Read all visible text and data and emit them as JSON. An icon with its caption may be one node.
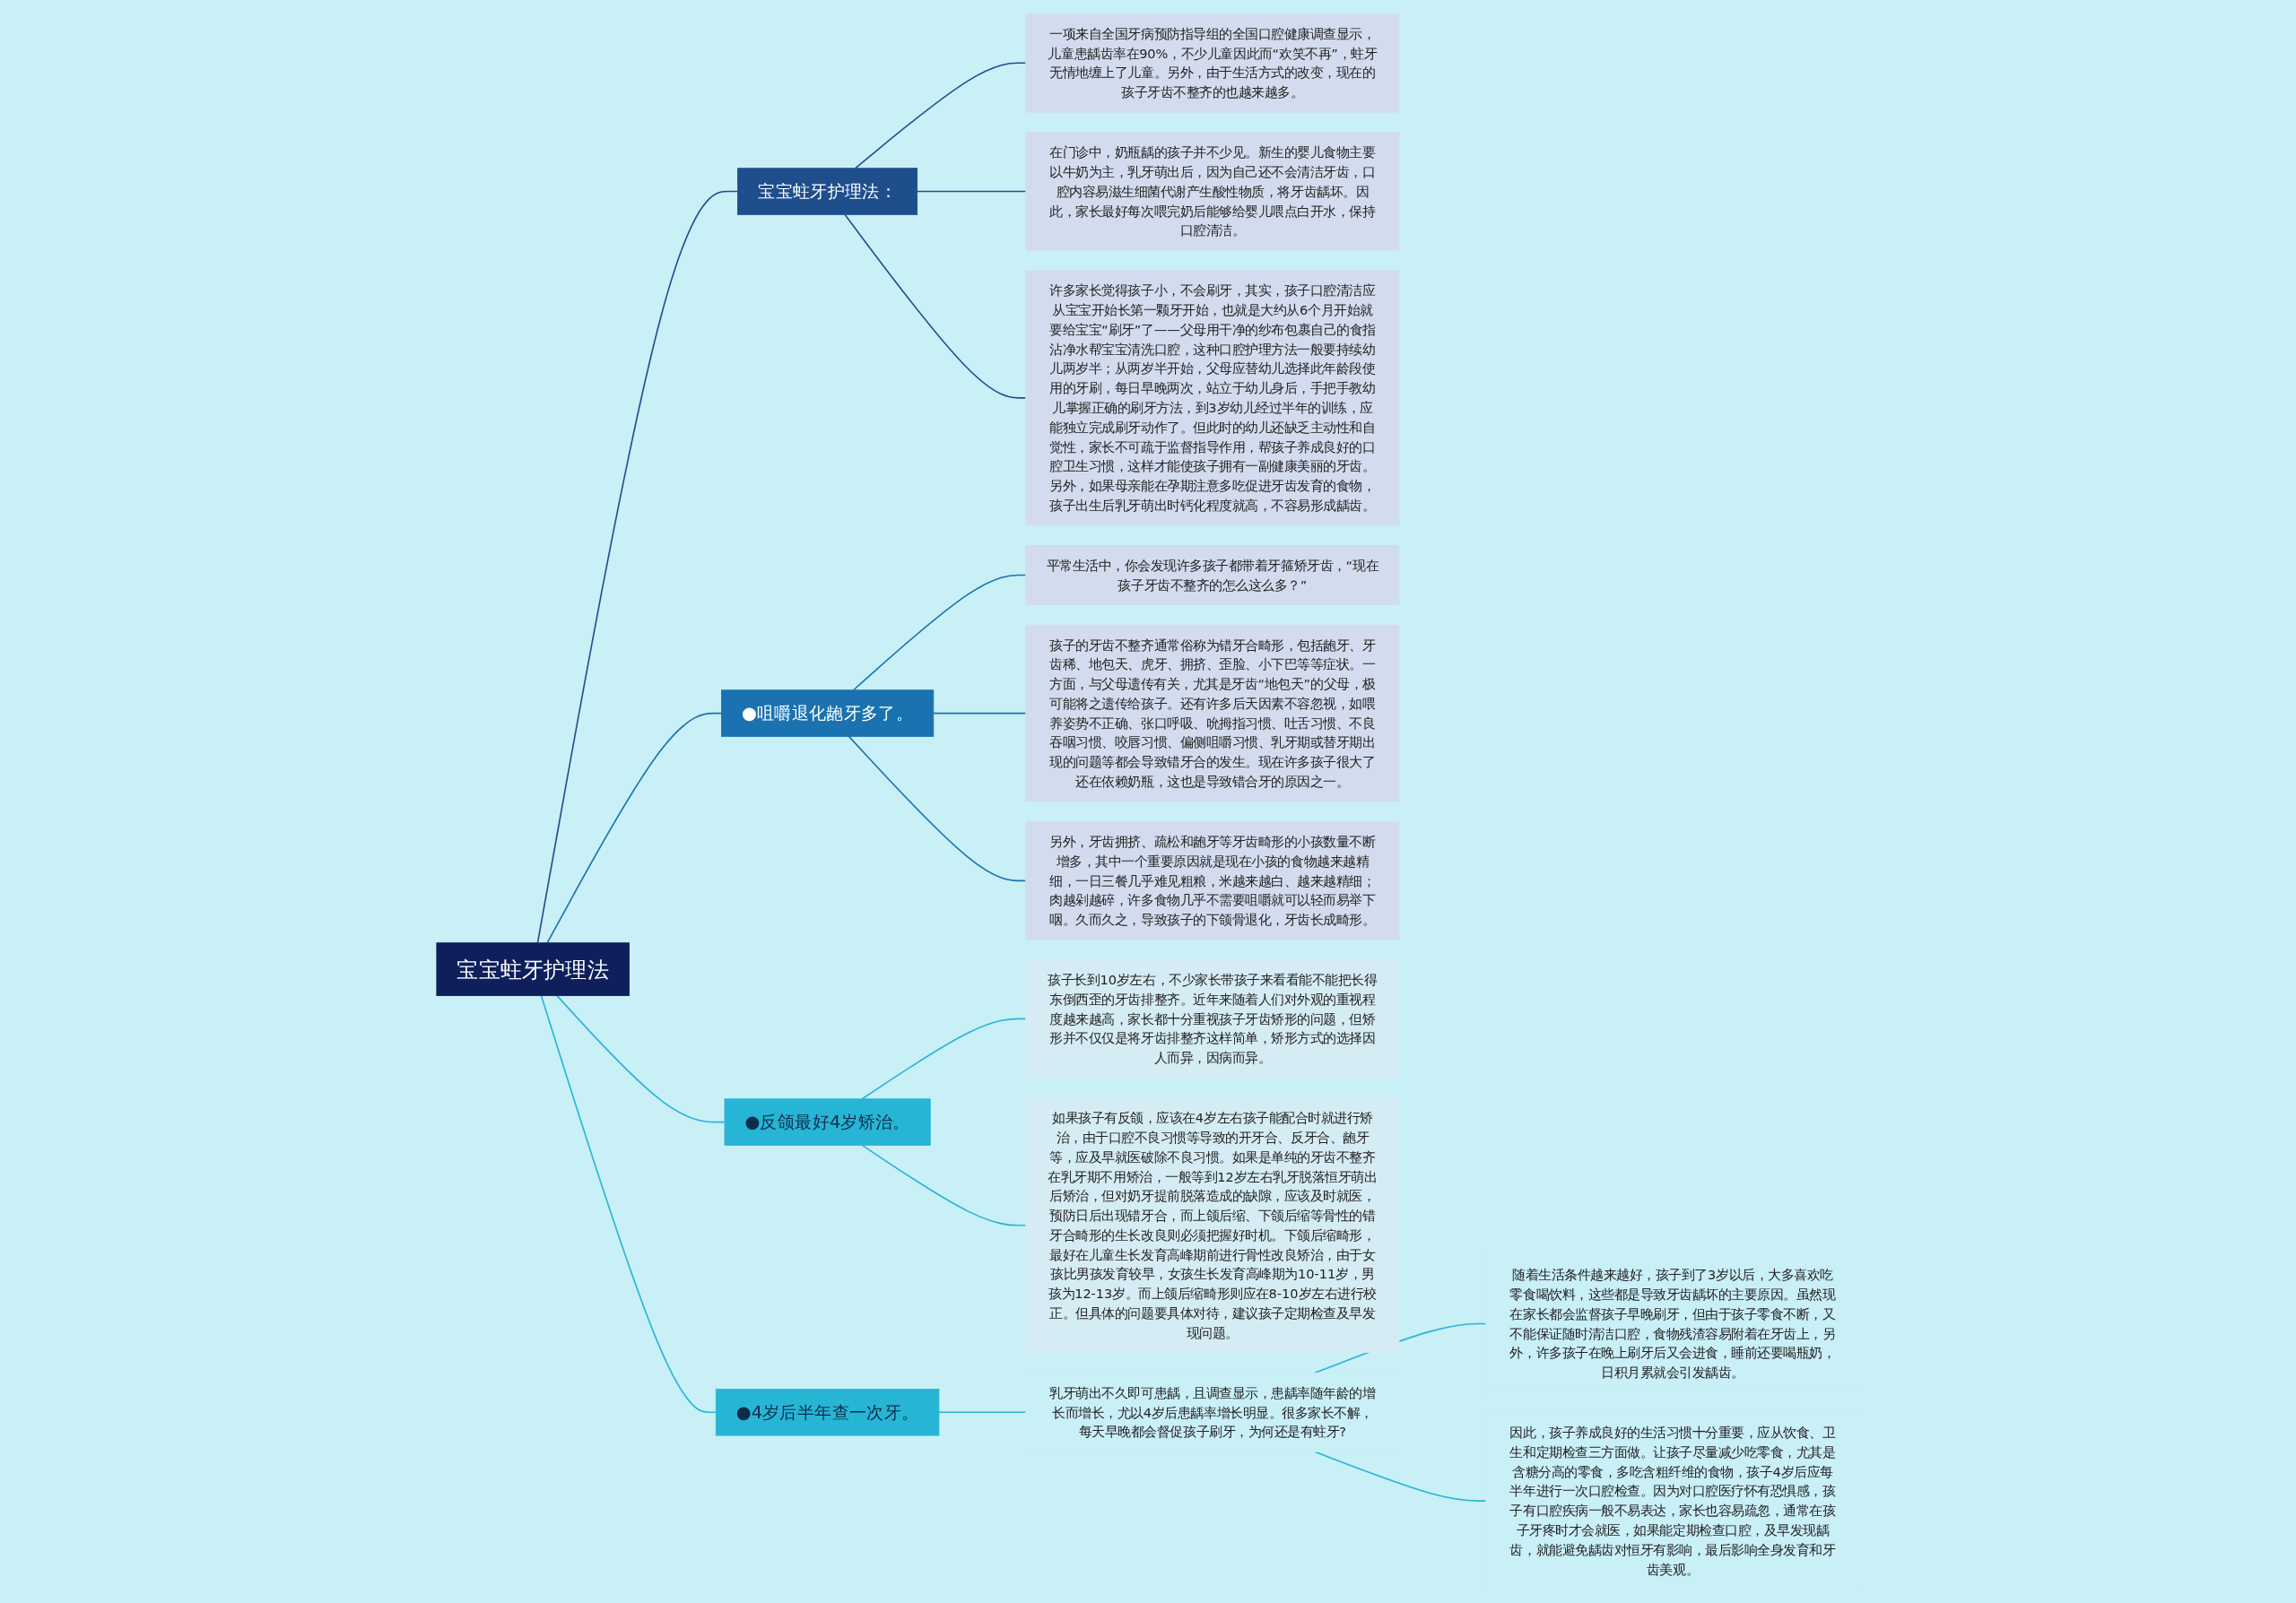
{
  "diagram": {
    "nodes": [
      {
        "text": [
          "宝宝蛀牙护理法"
        ]
      },
      {
        "text": [
          "宝宝蛀牙护理法："
        ]
      },
      {
        "text": [
          "一项来自全国牙病预防指导组的全国口腔健康调查显示，儿童患龋齿率在90%，不少儿童因此而“欢笑不再”，蛀牙无情地缠上了儿童。另外，由于生活方式的改变，现在的孩子牙齿不整齐的也越来越多。"
        ]
      },
      {
        "text": [
          "在门诊中，奶瓶龋的孩子并不少见。新生的婴儿食物主要以牛奶为主，乳牙萌出后，因为自己还不会清洁牙齿，口腔内容易滋生细菌代谢产生酸性物质，将牙齿龋坏。因此，家长最好每次喂完奶后能够给婴儿喂点白开水，保持口腔清洁。"
        ]
      },
      {
        "text": [
          "许多家长觉得孩子小，不会刷牙，其实，孩子口腔清洁应从宝宝开始长第一颗牙开始，也就是大约从6个月开始就要给宝宝“刷牙”了——父母用干净的纱布包裹自己的食指沾净水帮宝宝清洗口腔，这种口腔护理方法一般要持续幼儿两岁半；从两岁半开始，父母应替幼儿选择此年龄段使用的牙刷，每日早晚两次，站立于幼儿身后，手把手教幼儿掌握正确的刷牙方法，到3岁幼儿经过半年的训练，应能独立完成刷牙动作了。但此时的幼儿还缺乏主动性和自觉性，家长不可疏于监督指导作用，帮孩子养成良好的口腔卫生习惯，这样才能使孩子拥有一副健康美丽的牙齿。另外，如果母亲能在孕期注意多吃促进牙齿发育的食物，孩子出生后乳牙萌出时钙化程度就高，不容易形成龋齿。"
        ]
      },
      {
        "text": [
          "●咀嚼退化龅牙多了。"
        ]
      },
      {
        "text": [
          "平常生活中，你会发现许多孩子都带着牙箍矫牙齿，“现在孩子牙齿不整齐的怎么这么多？”"
        ]
      },
      {
        "text": [
          "孩子的牙齿不整齐通常俗称为错牙合畸形，包括龅牙、牙齿稀、地包天、虎牙、拥挤、歪脸、小下巴等等症状。一方面，与父母遗传有关，尤其是牙齿“地包天”的父母，极可能将之遗传给孩子。还有许多后天因素不容忽视，如喂养姿势不正确、张口呼吸、吮拇指习惯、吐舌习惯、不良吞咽习惯、咬唇习惯、偏侧咀嚼习惯、乳牙期或替牙期出现的问题等都会导致错牙合的发生。现在许多孩子很大了还在依赖奶瓶，这也是导致错合牙的原因之一。"
        ]
      },
      {
        "text": [
          "另外，牙齿拥挤、疏松和龅牙等牙齿畸形的小孩数量不断增多，其中一个重要原因就是现在小孩的食物越来越精细，一日三餐几乎难见粗粮，米越来越白、越来越精细；肉越剁越碎，许多食物几乎不需要咀嚼就可以轻而易举下咽。久而久之，导致孩子的下颌骨退化，牙齿长成畸形。"
        ]
      },
      {
        "text": [
          "●4岁后半年查一次牙。"
        ]
      },
      {
        "text": [
          "乳牙萌出不久即可患龋，且调查显示，患龋率随年龄的增长而增长，尤以4岁后患龋率增长明显。很多家长不解，每天早晚都会督促孩子刷牙，为何还是有蛀牙?"
        ]
      },
      {
        "text": [
          "随着生活条件越来越好，孩子到了3岁以后，大多喜欢吃零食喝饮料，这些都是导致牙齿龋坏的主要原因。虽然现在家长都会监督孩子早晚刷牙，但由于孩子零食不断，又不能保证随时清洁口腔，食物残渣容易附着在牙齿上，另外，许多孩子在晚上刷牙后又会进食，睡前还要喝瓶奶，日积月累就会引发龋齿。"
        ]
      },
      {
        "text": [
          "因此，孩子养成良好的生活习惯十分重要，应从饮食、卫生和定期检查三方面做。让孩子尽量减少吃零食，尤其是含糖分高的零食，多吃含粗纤维的食物，孩子4岁后应每半年进行一次口腔检查。因为对口腔医疗怀有恐惧感，孩子有口腔疾病一般不易表达，家长也容易疏忽，通常在孩子牙疼时才会就医，如果能定期检查口腔，及早发现龋齿，就能避免龋齿对恒牙有影响，最后影响全身发育和牙齿美观。"
        ]
      },
      {
        "text": [
          "●反颌最好4岁矫治。"
        ]
      },
      {
        "text": [
          "孩子长到10岁左右，不少家长带孩子来看看能不能把长得东倒西歪的牙齿排整齐。近年来随着人们对外观的重视程度越来越高，家长都十分重视孩子牙齿矫形的问题，但矫形并不仅仅是将牙齿排整齐这样简单，矫形方式的选择因人而异，因病而异。"
        ]
      },
      {
        "text": [
          "如果孩子有反颌，应该在4岁左右孩子能配合时就进行矫治，由于口腔不良习惯等导致的开牙合、反牙合、龅牙等，应及早就医破除不良习惯。如果是单纯的牙齿不整齐在乳牙期不用矫治，一般等到12岁左右乳牙脱落恒牙萌出后矫治，但对奶牙提前脱落造成的缺隙，应该及时就医，预防日后出现错牙合，而上颌后缩、下颌后缩等骨性的错牙合畸形的生长改良则必须把握好时机。下颌后缩畸形，最好在儿童生长发育高峰期前进行骨性改良矫治，由于女孩比男孩发育较早，女孩生长发育高峰期为10-11岁，男孩为12-13岁。而上颌后缩畸形则应在8-10岁左右进行校正。但具体的问题要具体对待，建议孩子定期检查及早发现问题。"
        ]
      }
    ],
    "edges": [
      {
        "from": 0,
        "to": 1,
        "arrow": "none",
        "color": "#1f4e8c"
      },
      {
        "from": 1,
        "to": 2,
        "arrow": "none",
        "color": "#1f4e8c"
      },
      {
        "from": 1,
        "to": 3,
        "arrow": "none",
        "color": "#1f4e8c"
      },
      {
        "from": 1,
        "to": 4,
        "arrow": "none",
        "color": "#1f4e8c"
      },
      {
        "from": 0,
        "to": 5,
        "arrow": "none",
        "color": "#1a72b0"
      },
      {
        "from": 5,
        "to": 6,
        "arrow": "none",
        "color": "#1a72b0"
      },
      {
        "from": 5,
        "to": 7,
        "arrow": "none",
        "color": "#1a72b0"
      },
      {
        "from": 5,
        "to": 8,
        "arrow": "none",
        "color": "#1a72b0"
      },
      {
        "from": 0,
        "to": 9,
        "arrow": "none",
        "color": "#27b5d6"
      },
      {
        "from": 9,
        "to": 10,
        "arrow": "none",
        "color": "#27b5d6"
      },
      {
        "from": 10,
        "to": 11,
        "arrow": "none",
        "color": "#27b5d6"
      },
      {
        "from": 10,
        "to": 12,
        "arrow": "none",
        "color": "#27b5d6"
      },
      {
        "from": 0,
        "to": 13,
        "arrow": "none",
        "color": "#27b5d6"
      },
      {
        "from": 13,
        "to": 14,
        "arrow": "none",
        "color": "#27b5d6"
      },
      {
        "from": 13,
        "to": 15,
        "arrow": "none",
        "color": "#27b5d6"
      }
    ]
  }
}
